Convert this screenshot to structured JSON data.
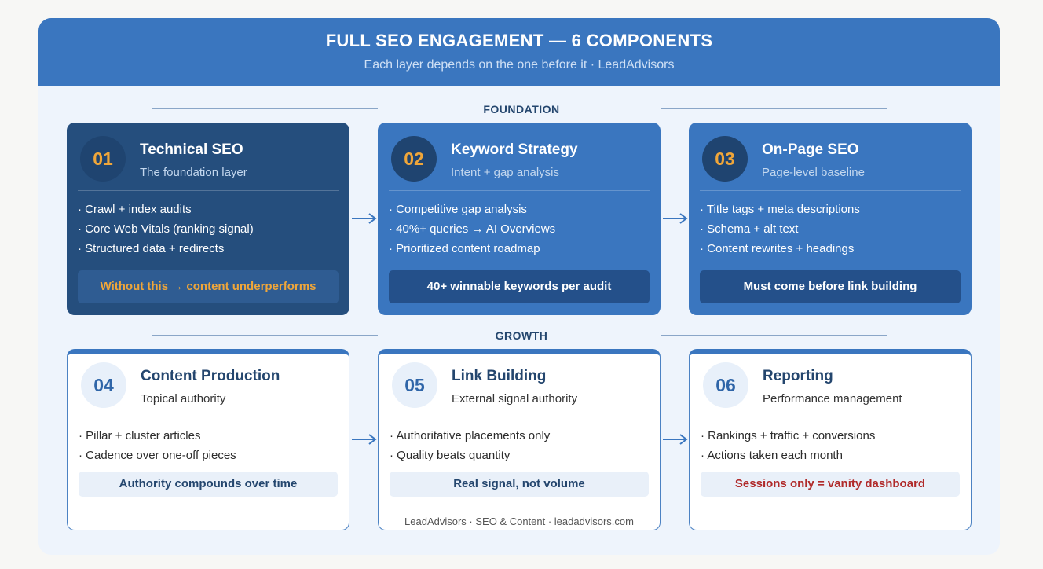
{
  "header": {
    "title": "FULL SEO ENGAGEMENT — 6 COMPONENTS",
    "subtitle": "Each layer depends on the one before it · LeadAdvisors"
  },
  "sections": {
    "foundation": "FOUNDATION",
    "growth": "GROWTH"
  },
  "foundation_cards": [
    {
      "number": "01",
      "title": "Technical SEO",
      "subtitle": "The foundation layer",
      "bullets": [
        "· Crawl + index audits",
        "· Core Web Vitals (ranking signal)",
        "· Structured data + redirects"
      ],
      "callout": "Without this → content underperforms"
    },
    {
      "number": "02",
      "title": "Keyword Strategy",
      "subtitle": "Intent + gap analysis",
      "bullets": [
        "· Competitive gap analysis",
        "· 40%+ queries → AI Overviews",
        "· Prioritized content roadmap"
      ],
      "callout": "40+ winnable keywords per audit"
    },
    {
      "number": "03",
      "title": "On-Page SEO",
      "subtitle": "Page-level baseline",
      "bullets": [
        "· Title tags + meta descriptions",
        "· Schema + alt text",
        "· Content rewrites + headings"
      ],
      "callout": "Must come before link building"
    }
  ],
  "growth_cards": [
    {
      "number": "04",
      "title": "Content Production",
      "subtitle": "Topical authority",
      "bullets": [
        "· Pillar + cluster articles",
        "· Cadence over one-off pieces"
      ],
      "callout": "Authority compounds over time"
    },
    {
      "number": "05",
      "title": "Link Building",
      "subtitle": "External signal authority",
      "bullets": [
        "· Authoritative placements only",
        "· Quality beats quantity"
      ],
      "callout": "Real signal, not volume",
      "footer": "LeadAdvisors · SEO & Content · leadadvisors.com"
    },
    {
      "number": "06",
      "title": "Reporting",
      "subtitle": "Performance management",
      "bullets": [
        "· Rankings + traffic + conversions",
        "· Actions taken each month"
      ],
      "callout": "Sessions only = vanity dashboard"
    }
  ],
  "colors": {
    "header_bg": "#3a76bf",
    "dark_card": "#254e7d",
    "mid_card": "#3a76bf",
    "accent_orange": "#efa63a",
    "warning_red": "#b02a2a"
  },
  "icons": {
    "flow_arrow": "arrow-right-icon"
  }
}
